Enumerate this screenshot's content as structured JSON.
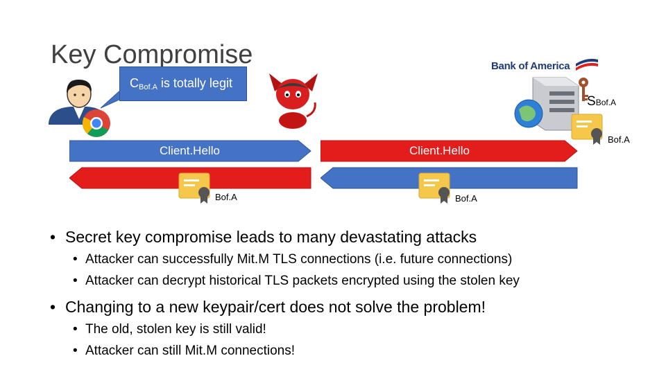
{
  "slide": {
    "title": "Key Compromise",
    "bubble": {
      "main": "C",
      "sub": "Bof.A",
      "rest": " is totally legit"
    },
    "logo_text": "Bank of America",
    "server_key": {
      "main": "S",
      "sub": "Bof.A"
    },
    "client_hello_left": "Client.Hello",
    "client_hello_right": "Client.Hello",
    "cert_label_left": "Bof.A",
    "cert_label_mid": "Bof.A",
    "cert_label_server": "Bof.A",
    "bullets": [
      {
        "text": "Secret key compromise leads to many devastating attacks",
        "sub": [
          "Attacker can successfully Mit.M TLS connections (i.e. future connections)",
          "Attacker can decrypt historical TLS packets encrypted using the stolen key"
        ]
      },
      {
        "text": "Changing to a new keypair/cert does not solve the problem!",
        "sub": [
          "The old, stolen key is still valid!",
          "Attacker can still Mit.M connections!"
        ]
      }
    ],
    "colors": {
      "blue": "#4472c4",
      "red": "#e31c1c",
      "title": "#404040"
    }
  }
}
